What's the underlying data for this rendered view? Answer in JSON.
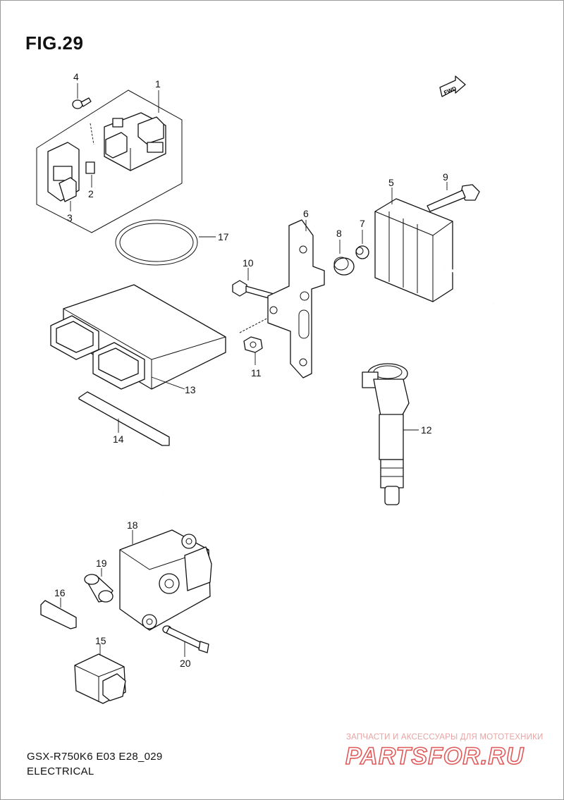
{
  "figure": {
    "title": "FIG.29"
  },
  "footer": {
    "model": "GSX-R750K6 E03 E28_029",
    "section": "ELECTRICAL"
  },
  "direction_marker": {
    "label": "FWD",
    "icon": "forward-arrow-icon"
  },
  "callouts": [
    "1",
    "2",
    "3",
    "4",
    "5",
    "6",
    "7",
    "8",
    "9",
    "10",
    "11",
    "12",
    "13",
    "14",
    "15",
    "16",
    "17",
    "18",
    "19",
    "20"
  ],
  "watermark": {
    "tagline": "ЗАПЧАСТИ И АКСЕССУАРЫ ДЛЯ МОТОТЕХНИКИ",
    "brand": "PARTSFOR.RU",
    "color": "#e05a5a"
  }
}
